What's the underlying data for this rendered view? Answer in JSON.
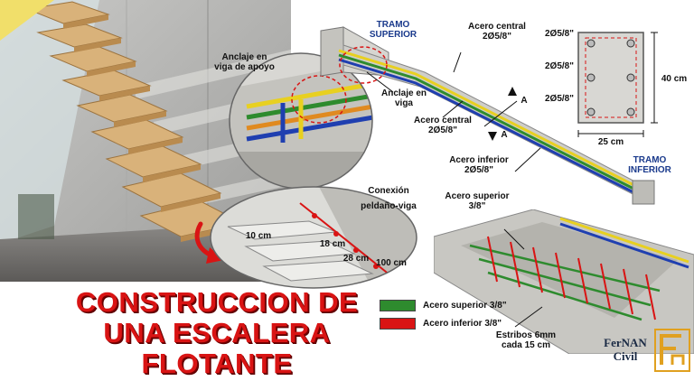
{
  "colors": {
    "title_red": "#d91414",
    "steel_green": "#2e8b2e",
    "steel_red": "#d91414",
    "steel_blue": "#1f3fb0",
    "steel_yellow": "#e8d020",
    "brand_gold": "#e0a020"
  },
  "title": {
    "line1": "CONSTRUCCION DE",
    "line2": "UNA ESCALERA",
    "line3": "FLOTANTE"
  },
  "labels": {
    "anclaje_viga_apoyo_1": "Anclaje en",
    "anclaje_viga_apoyo_2": "viga de apoyo",
    "tramo_superior_1": "TRAMO",
    "tramo_superior_2": "SUPERIOR",
    "acero_central_top_1": "Acero central",
    "acero_central_top_2": "2Ø5/8\"",
    "anclaje_viga_1": "Anclaje en",
    "anclaje_viga_2": "viga",
    "acero_central_mid_1": "Acero central",
    "acero_central_mid_2": "2Ø5/8\"",
    "section_a1": "A",
    "section_a2": "A",
    "acero_inferior_1": "Acero inferior",
    "acero_inferior_2": "2Ø5/8\"",
    "tramo_inferior_1": "TRAMO",
    "tramo_inferior_2": "INFERIOR",
    "section_bar1": "2Ø5/8\"",
    "section_bar2": "2Ø5/8\"",
    "section_bar3": "2Ø5/8\"",
    "section_height": "40 cm",
    "section_width": "25 cm",
    "conexion_1": "Conexión",
    "conexion_2": "peldaño-viga",
    "dim_10": "10 cm",
    "dim_18": "18 cm",
    "dim_28": "28 cm",
    "dim_100": "100 cm",
    "acero_superior_1": "Acero superior",
    "acero_superior_2": "3/8\"",
    "estribos_1": "Estribos 6mm",
    "estribos_2": "cada 15 cm"
  },
  "legend": [
    {
      "label": "Acero superior 3/8\"",
      "color": "#2e8b2e"
    },
    {
      "label": "Acero inferior 3/8\"",
      "color": "#d91414"
    }
  ],
  "brand": {
    "line1": "FerNAN",
    "line2": "Civil",
    "logo_icon": "fernan-civil-logo-icon"
  }
}
